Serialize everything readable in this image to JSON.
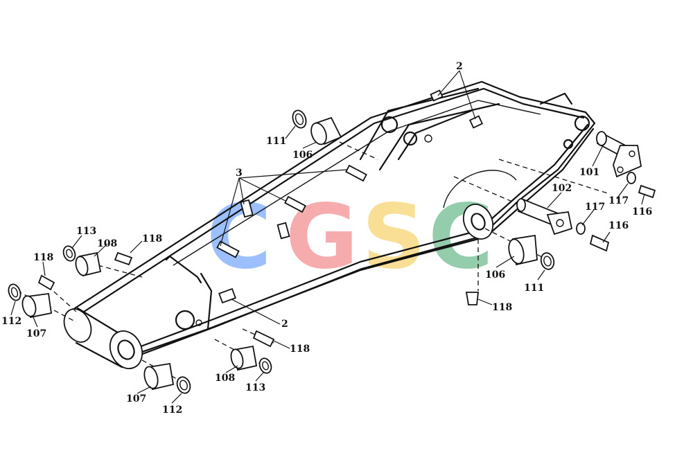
{
  "labels": {
    "l2_top": "2",
    "l2_bottom": "2",
    "l3": "3",
    "l101": "101",
    "l102": "102",
    "l106_top": "106",
    "l106_right": "106",
    "l107_left": "107",
    "l107_bottom": "107",
    "l108_left": "108",
    "l108_bottom": "108",
    "l111_top": "111",
    "l111_right": "111",
    "l112_left": "112",
    "l112_bottom": "112",
    "l113_left": "113",
    "l113_bottom": "113",
    "l116_upper": "116",
    "l116_lower": "116",
    "l117_upper": "117",
    "l117_lower": "117",
    "l118_a": "118",
    "l118_b": "118",
    "l118_c": "118",
    "l118_d": "118"
  },
  "watermark": {
    "letters": [
      "C",
      "G",
      "S",
      "C"
    ],
    "colors": [
      "#4a8cff",
      "#f06a6a",
      "#f5c542",
      "#3da56a"
    ]
  }
}
